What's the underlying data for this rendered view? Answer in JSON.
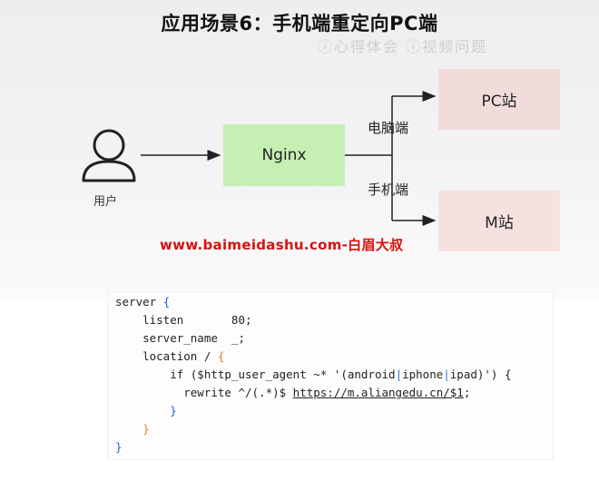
{
  "title": "应用场景6：手机端重定向PC端",
  "ghost_text": "ⓘ心得体会 ⓘ视频问题",
  "diagram": {
    "user_label": "用户",
    "nginx_label": "Nginx",
    "pc_site_label": "PC站",
    "mobile_site_label": "M站",
    "pc_branch_label": "电脑端",
    "mobile_branch_label": "手机端"
  },
  "banner": "www.baimeidashu.com-白眉大叔",
  "code": {
    "line1_kw": "server ",
    "line1_brace": "{",
    "line2": "    listen       80;",
    "line3": "    server_name  _;",
    "line4_a": "    location / ",
    "line4_brace": "{",
    "line5_a": "        if ($http_user_agent ~* '(android",
    "line5_p1": "|",
    "line5_b": "iphone",
    "line5_p2": "|",
    "line5_c": "ipad)') {",
    "line6_a": "          rewrite ^/(.*)$ ",
    "line6_url": "https://m.aliangedu.cn/$1",
    "line6_b": ";",
    "line7": "        }",
    "line8_brace": "    }",
    "line9_brace": "}"
  },
  "colors": {
    "nginx_box": "#c6efb3",
    "site_box": "#f2dcdb",
    "banner": "#d9120f",
    "code_brace": "#1f5fd1",
    "code_inner_brace": "#d9822b"
  }
}
